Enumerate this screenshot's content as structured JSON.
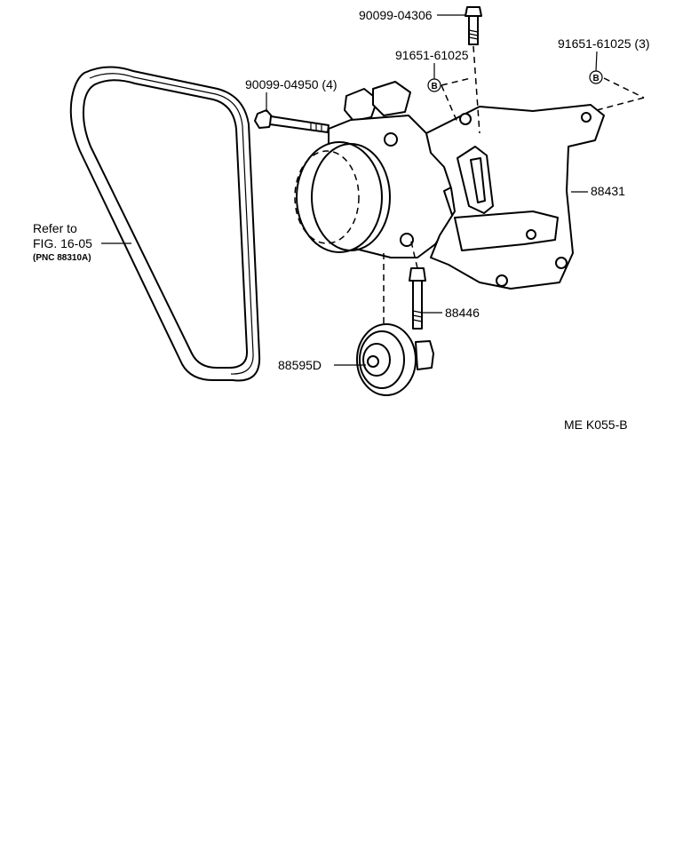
{
  "parts": {
    "bolt_top": "90099-04306",
    "washer_b1": "91651-61025",
    "washer_b2": "91651-61025 (3)",
    "bolt_long": "90099-04950 (4)",
    "bracket": "88431",
    "bolt_lower": "88446",
    "pulley": "88595D"
  },
  "refer": {
    "line1": "Refer to",
    "line2": "FIG. 16-05",
    "line3": "(PNC 88310A)"
  },
  "markers": {
    "b1": "B",
    "b2": "B"
  },
  "figure_code": "ME  K055-B"
}
